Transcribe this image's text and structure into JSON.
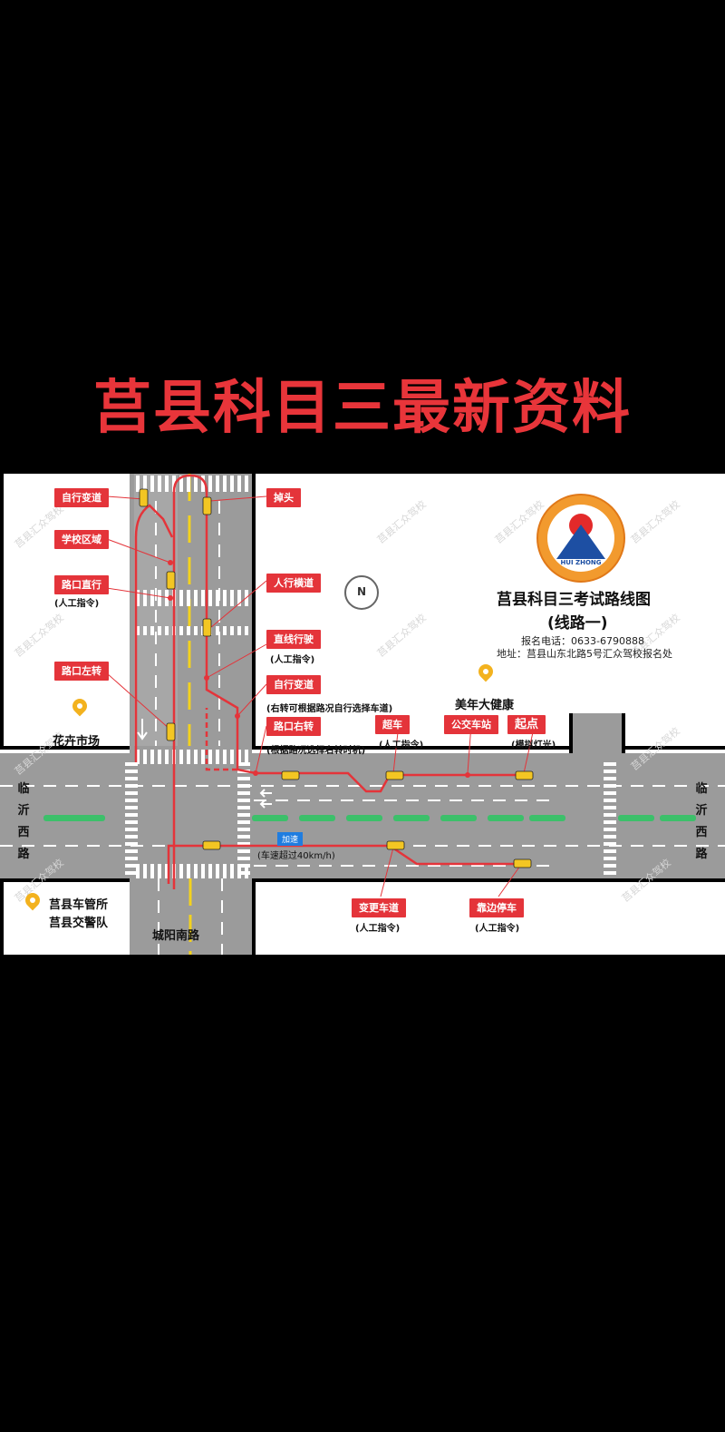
{
  "headline": "莒县科目三最新资料",
  "map": {
    "title": "莒县科目三考试路线图",
    "subtitle": "(线路一)",
    "phone": "报名电话：0633-6790888",
    "address": "地址：莒县山东北路5号汇众驾校报名处",
    "logo_text": "HUI ZHONG",
    "compass_letter": "N",
    "watermark": "莒县汇众驾校",
    "places": {
      "flower_market": "花卉市场",
      "meinian": "美年大健康",
      "vehicle_office": "莒县车管所",
      "traffic_police": "莒县交警队",
      "south_road": "城阳南路",
      "linyi_west_left": "临沂西路",
      "linyi_west_right": "临沂西路"
    },
    "labels": {
      "free_lane_top": "自行变道",
      "school_zone": "学校区域",
      "straight_intersection": "路口直行",
      "straight_intersection_note": "(人工指令)",
      "left_turn": "路口左转",
      "u_turn": "掉头",
      "crosswalk": "人行横道",
      "straight_driving": "直线行驶",
      "straight_driving_note": "(人工指令)",
      "free_lane": "自行变道",
      "free_lane_note": "(右转可根据路况自行选择车道)",
      "right_turn": "路口右转",
      "right_turn_note": "(根据路况选择右转时机)",
      "overtake": "超车",
      "overtake_note": "(人工指令)",
      "bus_stop": "公交车站",
      "start": "起点",
      "start_note": "(模拟灯光)",
      "change_lane": "变更车道",
      "change_lane_note": "(人工指令)",
      "pull_over": "靠边停车",
      "pull_over_note": "(人工指令)",
      "accelerate": "加速",
      "accelerate_note": "(车速超过40km/h)"
    },
    "colors": {
      "road": "#9b9b9b",
      "route": "#e4343a",
      "car": "#f3c623",
      "median": "#3cc06a",
      "block": "#000000"
    }
  }
}
